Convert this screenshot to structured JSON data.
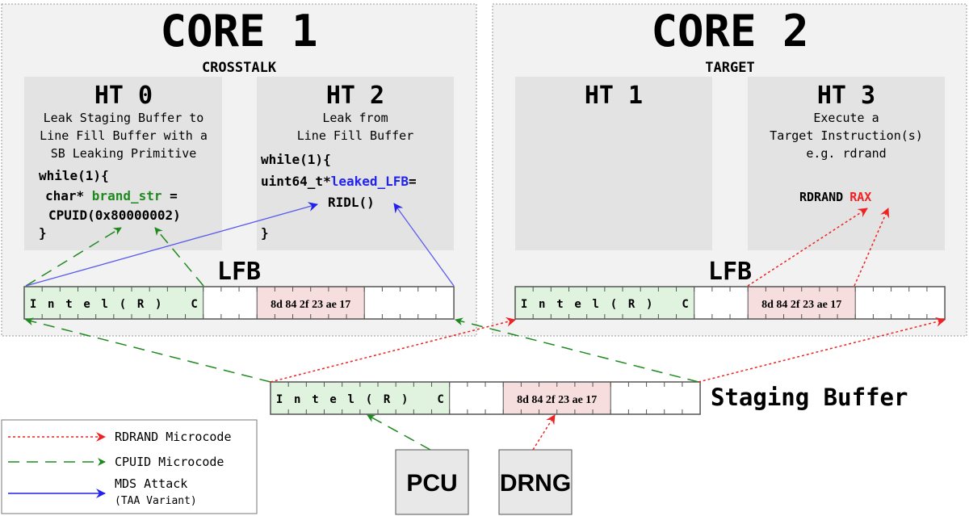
{
  "colors": {
    "green": "#1e8a1e",
    "red": "#ee2222",
    "blue": "#2222ee",
    "green_fill": "#dff3df",
    "pink_fill": "#f6dede",
    "core_fill": "#f2f2f2",
    "ht_fill": "#e3e3e3"
  },
  "core1": {
    "title": "CORE 1",
    "subtitle": "CROSSTALK",
    "ht0": {
      "title": "HT 0",
      "desc": [
        "Leak Staging Buffer to",
        "Line Fill Buffer with a",
        "SB Leaking Primitive"
      ],
      "code": {
        "l1": "while(1){",
        "l2a": "char* ",
        "l2b": "brand_str",
        "l2c": " =",
        "l3": "CPUID(0x80000002)",
        "l4": "}"
      }
    },
    "ht2": {
      "title": "HT 2",
      "desc": [
        "Leak from",
        "Line Fill Buffer"
      ],
      "code": {
        "l1": "while(1){",
        "l2a": "uint64_t*",
        "l2b": "leaked_LFB",
        "l2c": "=",
        "l3": "RIDL()",
        "l4": "}"
      }
    },
    "lfb_label": "LFB"
  },
  "core2": {
    "title": "CORE 2",
    "subtitle": "TARGET",
    "ht1": {
      "title": "HT 1"
    },
    "ht3": {
      "title": "HT 3",
      "desc": [
        "Execute a",
        "Target Instruction(s)",
        "e.g. rdrand"
      ],
      "instr": "RDRAND",
      "reg": "RAX"
    },
    "lfb_label": "LFB"
  },
  "buffer": {
    "brand_chars": [
      "I",
      "n",
      "t",
      "e",
      "l",
      "(",
      "R",
      ")",
      "",
      "C"
    ],
    "rand_bytes": "8d 84 2f 23 ae 17"
  },
  "staging_label": "Staging Buffer",
  "units": {
    "pcu": "PCU",
    "drng": "DRNG"
  },
  "legend": {
    "rdrand": "RDRAND Microcode",
    "cpuid": "CPUID Microcode",
    "mds": "MDS Attack",
    "mds_sub": "(TAA Variant)"
  }
}
